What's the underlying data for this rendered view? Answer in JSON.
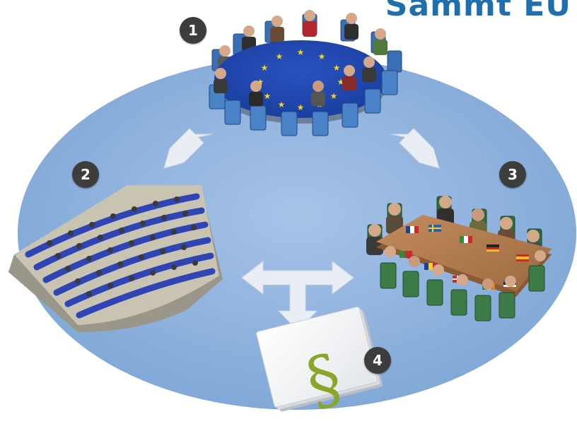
{
  "header": {
    "title_fragment": "Sammt EU"
  },
  "steps": [
    {
      "number": "1",
      "icon": "eu-council-table-icon"
    },
    {
      "number": "2",
      "icon": "parliament-chamber-icon"
    },
    {
      "number": "3",
      "icon": "member-states-council-icon"
    },
    {
      "number": "4",
      "icon": "law-document-icon"
    }
  ],
  "document": {
    "symbol": "§"
  },
  "colors": {
    "ellipse": "#7ea6d6",
    "ellipse_edge": "#9dbbe3",
    "arrows": "#e9eef5",
    "badge": "#3d3d3d",
    "title": "#1f6fae",
    "eu_flag": "#1a3fa0",
    "table_wood": "#b07a4e",
    "paragraph_symbol": "#8aa628"
  }
}
